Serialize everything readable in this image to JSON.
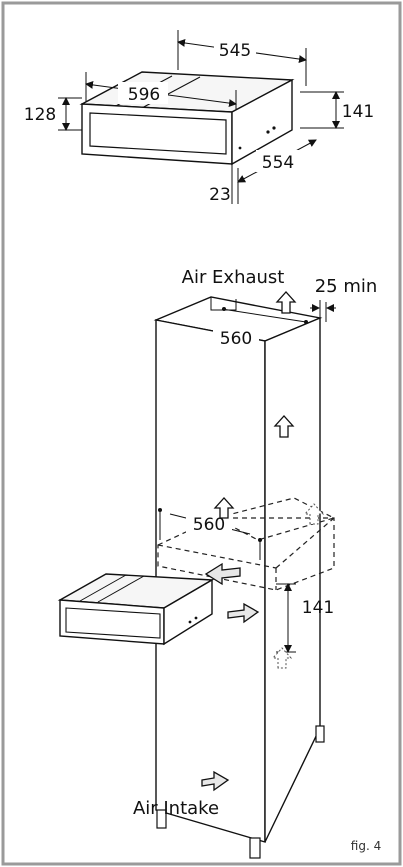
{
  "drawer_dims": {
    "depth_top": "545",
    "width": "596",
    "height_left": "128",
    "height_right": "141",
    "depth_side": "554",
    "front_offset": "23"
  },
  "installation": {
    "air_exhaust": "Air Exhaust",
    "clearance_top": "25 min",
    "cabinet_width_top": "560",
    "niche_width": "560",
    "niche_height": "141",
    "air_intake": "Air Intake"
  },
  "figure_label": "fig. 4",
  "colors": {
    "border": "#9a9a9a",
    "line": "#111111"
  }
}
